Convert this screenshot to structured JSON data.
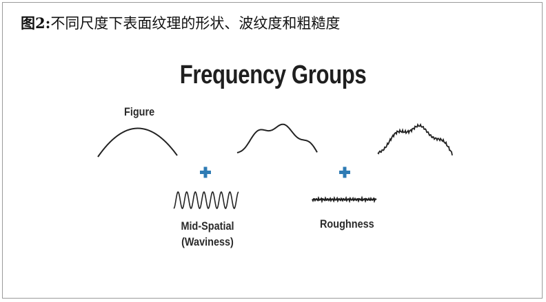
{
  "caption": {
    "lead": "图2:",
    "text": "不同尺度下表面纹理的形状、波纹度和粗糙度"
  },
  "diagram": {
    "title": "Frequency Groups",
    "labels": {
      "figure": "Figure",
      "mid_spatial_line1": "Mid-Spatial",
      "mid_spatial_line2": "(Waviness)",
      "roughness": "Roughness"
    },
    "icons": [
      "plus-icon",
      "plus-icon"
    ],
    "colors": {
      "plus": "#2e7bb4",
      "stroke": "#222222"
    }
  }
}
